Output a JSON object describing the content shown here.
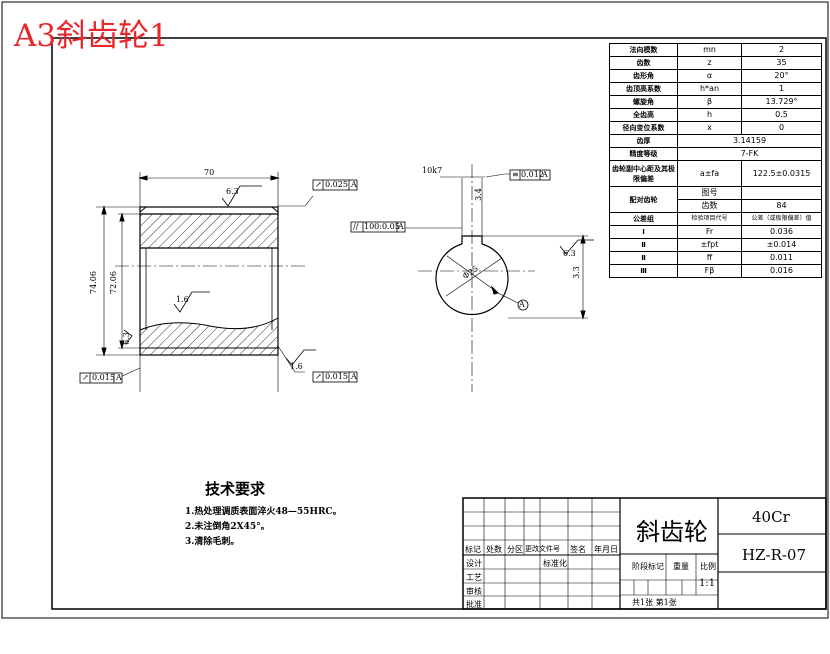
{
  "sheet_title": "A3斜齿轮1",
  "param_table": [
    {
      "name": "法向模数",
      "symbol": "mn",
      "value": "2"
    },
    {
      "name": "齿数",
      "symbol": "z",
      "value": "35"
    },
    {
      "name": "齿形角",
      "symbol": "α",
      "value": "20°"
    },
    {
      "name": "齿顶高系数",
      "symbol": "h*an",
      "value": "1"
    },
    {
      "name": "螺旋角",
      "symbol": "β",
      "value": "13.729°"
    },
    {
      "name": "全齿高",
      "symbol": "h",
      "value": "0.5"
    },
    {
      "name": "径向变位系数",
      "symbol": "x",
      "value": "0"
    },
    {
      "name": "齿厚",
      "value": "3.14159"
    },
    {
      "name": "精度等级",
      "value": "7-FK"
    },
    {
      "name": "齿轮副中心距及其极限偏差",
      "symbol": "a±fa",
      "value": "122.5±0.0315"
    },
    {
      "name": "配对齿轮",
      "sub1": "图号",
      "sub2": "齿数",
      "value2": "84"
    },
    {
      "name": "公差组",
      "sub": "检验项目代号",
      "sub_value": "公差（或极限偏差）值"
    },
    {
      "group": "Ⅰ",
      "symbol": "Fr",
      "value": "0.036"
    },
    {
      "group": "Ⅱ",
      "symbol": "±fpt",
      "value": "±0.014"
    },
    {
      "group": "Ⅱ",
      "symbol": "ff",
      "value": "0.011"
    },
    {
      "group": "Ⅲ",
      "symbol": "Fβ",
      "value": "0.016"
    }
  ],
  "tech_requirements": {
    "title": "技术要求",
    "items": [
      "1.热处理调质表面淬火48—55HRC。",
      "2.未注倒角2X45°。",
      "3.清除毛刺。"
    ]
  },
  "title_block": {
    "part_name": "斜齿轮",
    "material": "40Cr",
    "drawing_no": "HZ-R-07",
    "scale": "1:1",
    "sheet_info": "共1张 第1张",
    "col_labels": [
      "标记",
      "处数",
      "分区",
      "更改文件号",
      "签名",
      "年月日"
    ],
    "row_labels": [
      "设计",
      "工艺",
      "审核",
      "批准"
    ],
    "std_label": "标准化",
    "stage_label": "阶段标记",
    "weight_label": "重量",
    "scale_label": "比例"
  },
  "annotations": {
    "dim_width": "70",
    "dim_dia1": "74.06",
    "dim_dia2": "72.06",
    "rough_top": "6.3",
    "rough_bore": "1.6",
    "rough_side_left": "6.3",
    "rough_right_bottom": "1.6",
    "rough_hub": "6.3",
    "fcf_top": "0.025",
    "fcf_bottom_left": "0.015",
    "fcf_bottom_right": "0.015",
    "datum": "A",
    "keyway_width": "10k7",
    "keyway_sym": "0.012",
    "keyway_par": "100:0.05",
    "keyway_depth": "3.4",
    "keyway_t": "3.3",
    "bore_dim": "Φ25"
  },
  "colors": {
    "title": "#e8262b",
    "line": "#000000"
  }
}
